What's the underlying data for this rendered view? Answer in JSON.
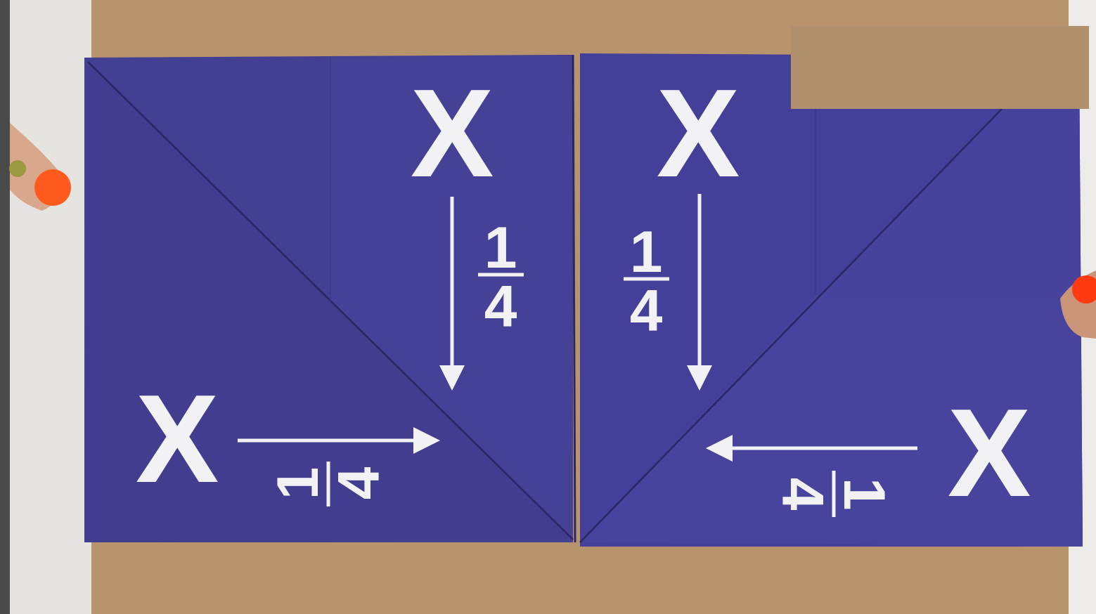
{
  "diagram": {
    "labels": [
      "X",
      "1",
      "4",
      "1",
      "4",
      "X",
      "X",
      "1",
      "4",
      "4",
      "1",
      "X"
    ]
  }
}
